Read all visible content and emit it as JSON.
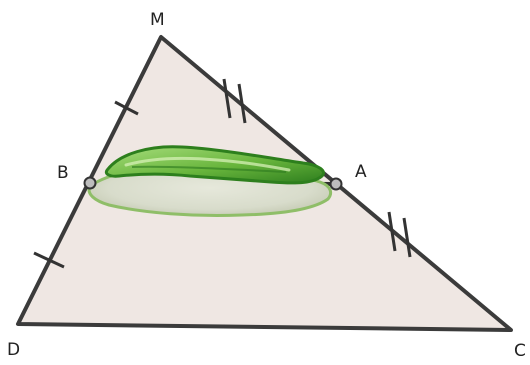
{
  "diagram": {
    "points": {
      "M": "M",
      "B": "B",
      "A": "A",
      "D": "D",
      "C": "C"
    },
    "colors": {
      "triangle_fill": "#efe7e3",
      "triangle_stroke": "#3b3b3b",
      "segment_stroke": "#2f2f2f",
      "leaf_dark": "#2d7f1d",
      "leaf_light": "#9ed56f",
      "pond_fill": "#d8dccb",
      "pond_shadow": "#c1c6ae",
      "point_fill": "#bdbdbd",
      "point_stroke": "#333333"
    },
    "icons": {
      "leaf": "leaf-icon",
      "pond": "pond-icon"
    }
  }
}
